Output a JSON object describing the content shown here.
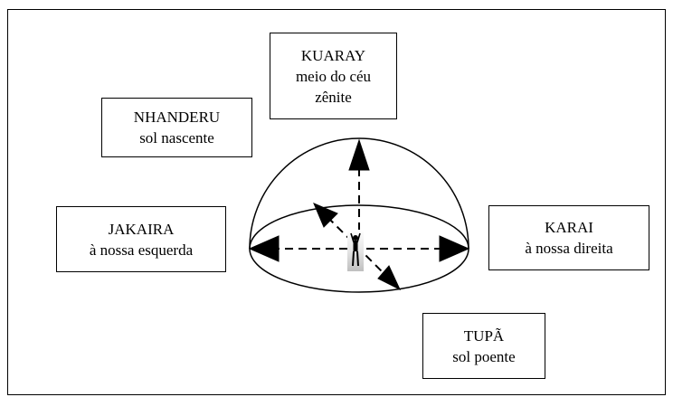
{
  "boxes": {
    "kuaray": {
      "title": "KUARAY",
      "line1": "meio do céu",
      "line2": "zênite"
    },
    "nhanderu": {
      "title": "NHANDERU",
      "line1": "sol nascente"
    },
    "jakaira": {
      "title": "JAKAIRA",
      "line1": "à nossa esquerda"
    },
    "karai": {
      "title": "KARAI",
      "line1": "à nossa direita"
    },
    "tupa": {
      "title": "TUPÃ",
      "line1": "sol poente"
    }
  },
  "colors": {
    "line": "#000000",
    "background": "#ffffff"
  },
  "icons": {
    "center_figure": "person-arms-raised-icon"
  }
}
